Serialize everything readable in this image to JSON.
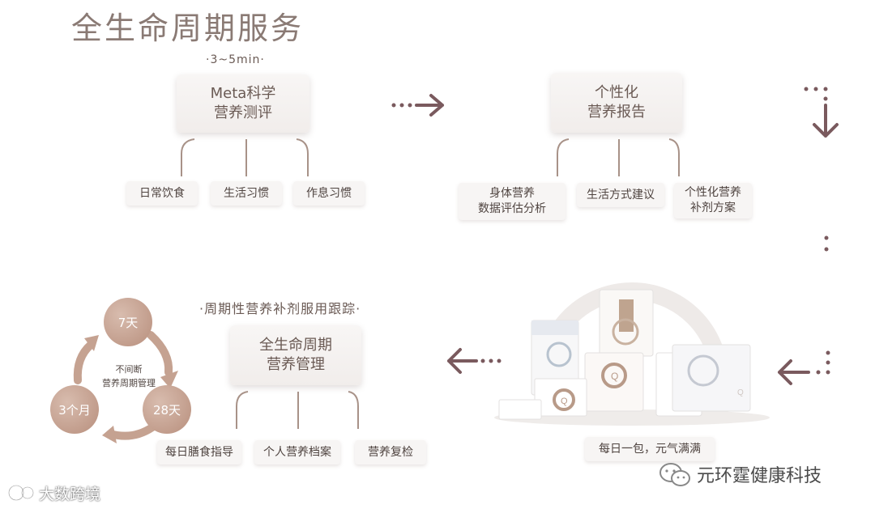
{
  "title": "全生命周期服务",
  "step1": {
    "duration": "·3~5min·",
    "box_line1": "Meta科学",
    "box_line2": "营养测评",
    "items": [
      "日常饮食",
      "生活习惯",
      "作息习惯"
    ]
  },
  "step2": {
    "box_line1": "个性化",
    "box_line2": "营养报告",
    "items": [
      {
        "line1": "身体营养",
        "line2": "数据评估分析"
      },
      {
        "line1": "生活方式建议",
        "line2": ""
      },
      {
        "line1": "个性化营养",
        "line2": "补剂方案"
      }
    ]
  },
  "step3": {
    "caption": "每日一包，元气满满",
    "box_texts": [
      "Q",
      "Q",
      "Q"
    ]
  },
  "step4": {
    "subtitle": "·周期性营养补剂服用跟踪·",
    "box_line1": "全生命周期",
    "box_line2": "营养管理",
    "items": [
      "每日膳食指导",
      "个人营养档案",
      "营养复检"
    ]
  },
  "cycle": {
    "nodes": [
      "7天",
      "28天",
      "3个月"
    ],
    "center_line1": "不间断",
    "center_line2": "营养周期管理"
  },
  "watermarks": {
    "left": "大数跨境",
    "right": "元环霆健康科技"
  },
  "colors": {
    "arrow": "#7a5a5e",
    "connector": "#a89288",
    "accent": "#c5a291"
  }
}
